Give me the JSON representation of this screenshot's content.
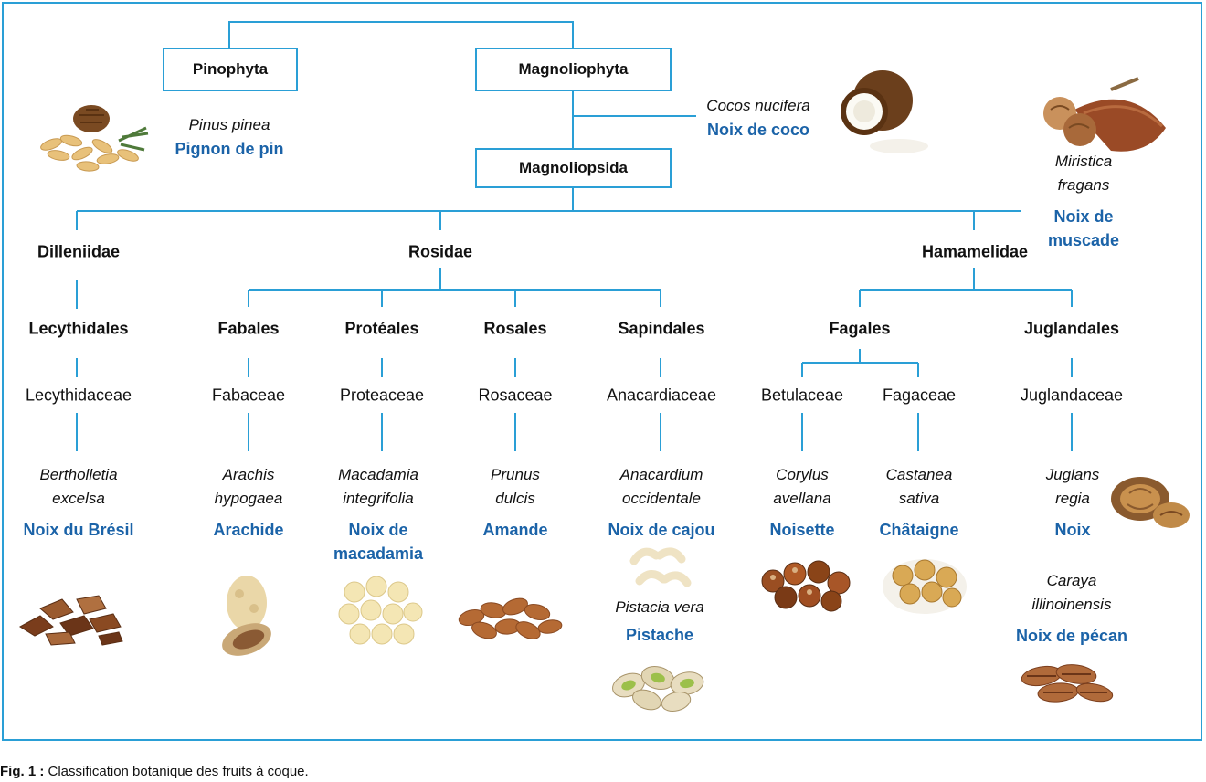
{
  "diagram": {
    "divisions": {
      "pinophyta": "Pinophyta",
      "magnoliophyta": "Magnoliophyta"
    },
    "class_name": "Magnoliopsida",
    "subclasses": {
      "dilleniidae": "Dilleniidae",
      "rosidae": "Rosidae",
      "hamamelidae": "Hamamelidae"
    },
    "orders": {
      "lecythidales": "Lecythidales",
      "fabales": "Fabales",
      "proteales": "Protéales",
      "rosales": "Rosales",
      "sapindales": "Sapindales",
      "fagales": "Fagales",
      "juglandales": "Juglandales"
    },
    "families": {
      "lecythidaceae": "Lecythidaceae",
      "fabaceae": "Fabaceae",
      "proteaceae": "Proteaceae",
      "rosaceae": "Rosaceae",
      "anacardiaceae": "Anacardiaceae",
      "betulaceae": "Betulaceae",
      "fagaceae": "Fagaceae",
      "juglandaceae": "Juglandaceae"
    },
    "species": {
      "pin": {
        "latin": "Pinus pinea",
        "common": "Pignon de pin"
      },
      "coco": {
        "latin": "Cocos nucifera",
        "common": "Noix de coco"
      },
      "muscade": {
        "latin_1": "Miristica",
        "latin_2": "fragans",
        "common_1": "Noix de",
        "common_2": "muscade"
      },
      "bresil": {
        "latin_1": "Bertholletia",
        "latin_2": "excelsa",
        "common": "Noix du Brésil"
      },
      "arachide": {
        "latin_1": "Arachis",
        "latin_2": "hypogaea",
        "common": "Arachide"
      },
      "macadamia": {
        "latin_1": "Macadamia",
        "latin_2": "integrifolia",
        "common_1": "Noix de",
        "common_2": "macadamia"
      },
      "amande": {
        "latin_1": "Prunus",
        "latin_2": "dulcis",
        "common": "Amande"
      },
      "cajou": {
        "latin_1": "Anacardium",
        "latin_2": "occidentale",
        "common": "Noix de cajou"
      },
      "pistache": {
        "latin": "Pistacia vera",
        "common": "Pistache"
      },
      "noisette": {
        "latin_1": "Corylus",
        "latin_2": "avellana",
        "common": "Noisette"
      },
      "chataigne": {
        "latin_1": "Castanea",
        "latin_2": "sativa",
        "common": "Châtaigne"
      },
      "noix": {
        "latin_1": "Juglans",
        "latin_2": "regia",
        "common": "Noix"
      },
      "pecan": {
        "latin_1": "Caraya",
        "latin_2": "illinoinensis",
        "common": "Noix de pécan"
      }
    }
  },
  "caption": {
    "label": "Fig. 1 :",
    "text": "Classification botanique des fruits à coque."
  },
  "colors": {
    "line": "#2a9fd6",
    "common_name": "#1b63a8"
  }
}
